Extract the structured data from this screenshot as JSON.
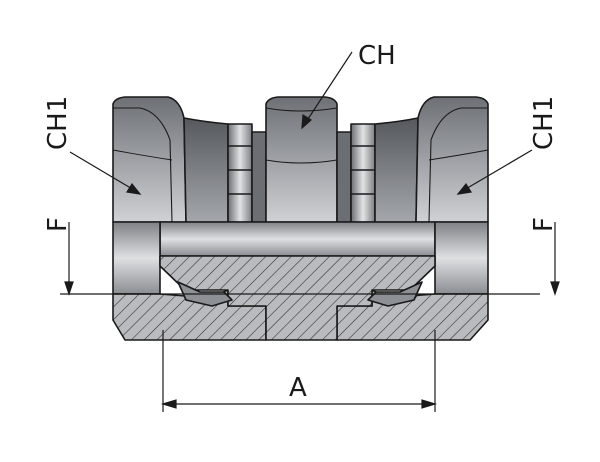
{
  "labels": {
    "ch_top": "CH",
    "ch1_left": "CH1",
    "ch1_right": "CH1",
    "f_left": "F",
    "f_right": "F",
    "a": "A"
  },
  "colors": {
    "steel_dark": "#5f6166",
    "steel_mid": "#8d9095",
    "steel_light": "#c9cbce",
    "steel_highlight": "#e6e7e9",
    "section_fill": "#b9bbbe",
    "line": "#1a1a1a"
  }
}
